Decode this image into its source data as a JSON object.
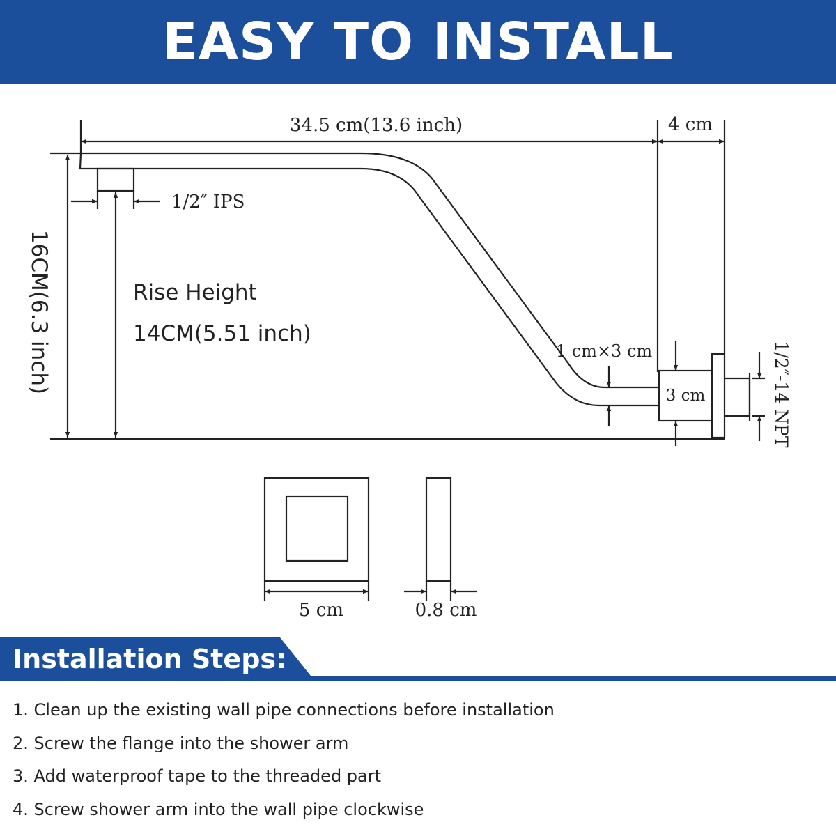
{
  "header": {
    "title": "EASY TO INSTALL"
  },
  "diagram": {
    "length_label": "34.5 cm(13.6 inch)",
    "flange_offset_label": "4 cm",
    "inlet_label": "1/2″ IPS",
    "total_height_label": "16CM(6.3 inch)",
    "rise_title": "Rise Height",
    "rise_value": "14CM(5.51 inch)",
    "arm_section_label": "1 cm×3 cm",
    "block_label": "3 cm",
    "thread_label": "1/2″-14 NPT",
    "flange_width_label": "5 cm",
    "flange_thickness_label": "0.8 cm"
  },
  "steps": {
    "title": "Installation Steps:",
    "items": [
      "1. Clean up the existing wall pipe connections before installation",
      "2. Screw the flange into the shower arm",
      "3. Add waterproof tape to the threaded part",
      "4. Screw shower arm into the wall pipe clockwise"
    ]
  },
  "colors": {
    "brand_blue": "#1b4f9c",
    "line": "#222222",
    "text": "#222222"
  }
}
